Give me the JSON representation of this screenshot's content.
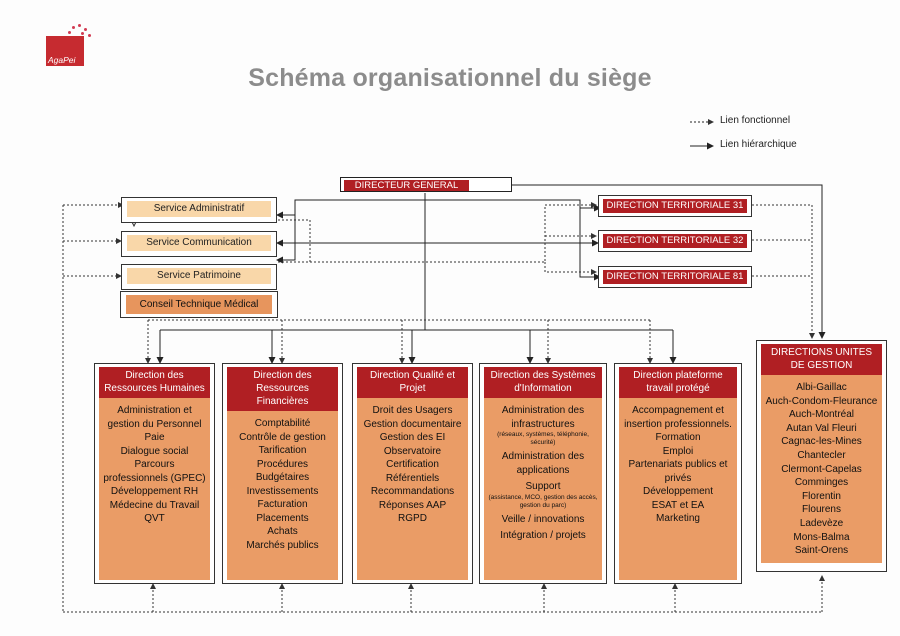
{
  "title": "Schéma organisationnel du siège",
  "logo": {
    "text": "AgaPei"
  },
  "legend": {
    "functional": "Lien fonctionnel",
    "hierarchical": "Lien hiérarchique"
  },
  "top": {
    "director_general": "DIRECTEUR GENERAL"
  },
  "services": [
    {
      "label": "Service Administratif"
    },
    {
      "label": "Service Communication"
    },
    {
      "label": "Service Patrimoine"
    }
  ],
  "conseil": "Conseil Technique Médical",
  "territorial": [
    {
      "label": "DIRECTION TERRITORIALE 31"
    },
    {
      "label": "DIRECTION TERRITORIALE 32"
    },
    {
      "label": "DIRECTION TERRITORIALE 81"
    }
  ],
  "directions": [
    {
      "head": "Direction des Ressources Humaines",
      "items": [
        "Administration et gestion du Personnel",
        "Paie",
        "Dialogue social",
        "Parcours professionnels (GPEC)",
        "Développement RH",
        "Médecine du Travail",
        "QVT"
      ]
    },
    {
      "head": "Direction des Ressources Financières",
      "items": [
        "Comptabilité",
        "Contrôle de gestion",
        "Tarification",
        "Procédures",
        "Budgétaires",
        "Investissements",
        "Facturation",
        "Placements",
        "Achats",
        "Marchés publics"
      ]
    },
    {
      "head": "Direction Qualité et Projet",
      "items": [
        "Droit des Usagers",
        "Gestion documentaire",
        "Gestion des EI",
        "Observatoire",
        "Certification",
        "Référentiels",
        "Recommandations",
        "Réponses AAP",
        "RGPD"
      ]
    },
    {
      "head": "Direction des Systèmes d'Information",
      "items": [
        {
          "text": "Administration des infrastructures",
          "small": "(réseaux, systèmes, téléphonie, sécurité)"
        },
        {
          "text": "Administration des applications"
        },
        {
          "text": "Support",
          "small": "(assistance, MCO, gestion des accès, gestion du parc)"
        },
        {
          "text": "Veille / innovations"
        },
        {
          "text": "Intégration / projets"
        }
      ]
    },
    {
      "head": "Direction plateforme travail protégé",
      "items": [
        "Accompagnement et insertion professionnels.",
        "Formation",
        "Emploi",
        "Partenariats publics et privés",
        "Développement",
        "ESAT et EA",
        "Marketing"
      ]
    }
  ],
  "units": {
    "head": "DIRECTIONS UNITES DE GESTION",
    "items": [
      "Albi-Gaillac",
      "Auch-Condom-Fleurance",
      "Auch-Montréal",
      "Autan Val Fleuri",
      "Cagnac-les-Mines",
      "Chantecler",
      "Clermont-Capelas",
      "Comminges",
      "Florentin",
      "Flourens",
      "Ladevèze",
      "Mons-Balma",
      "Saint-Orens"
    ]
  },
  "colors": {
    "dark_red": "#b01f23",
    "orange": "#ea9c66",
    "light_orange": "#f9d7a9",
    "title_gray": "#8c8c8c"
  }
}
